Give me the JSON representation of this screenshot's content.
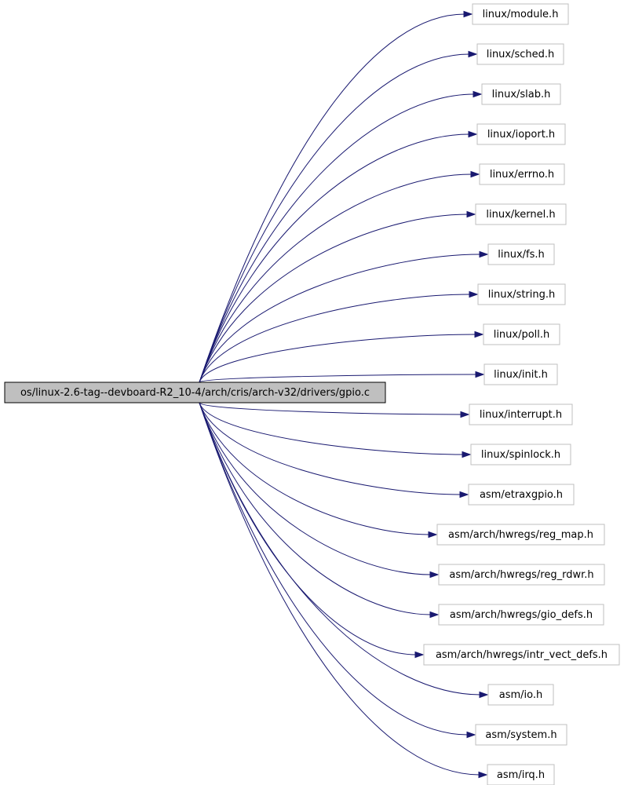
{
  "graph": {
    "source": {
      "label": "os/linux-2.6-tag--devboard-R2_10-4/arch/cris/arch-v32/drivers/gpio.c"
    },
    "includes": [
      {
        "label": "linux/module.h"
      },
      {
        "label": "linux/sched.h"
      },
      {
        "label": "linux/slab.h"
      },
      {
        "label": "linux/ioport.h"
      },
      {
        "label": "linux/errno.h"
      },
      {
        "label": "linux/kernel.h"
      },
      {
        "label": "linux/fs.h"
      },
      {
        "label": "linux/string.h"
      },
      {
        "label": "linux/poll.h"
      },
      {
        "label": "linux/init.h"
      },
      {
        "label": "linux/interrupt.h"
      },
      {
        "label": "linux/spinlock.h"
      },
      {
        "label": "asm/etraxgpio.h"
      },
      {
        "label": "asm/arch/hwregs/reg_map.h"
      },
      {
        "label": "asm/arch/hwregs/reg_rdwr.h"
      },
      {
        "label": "asm/arch/hwregs/gio_defs.h"
      },
      {
        "label": "asm/arch/hwregs/intr_vect_defs.h"
      },
      {
        "label": "asm/io.h"
      },
      {
        "label": "asm/system.h"
      },
      {
        "label": "asm/irq.h"
      }
    ],
    "colors": {
      "edge": "#191970",
      "root_fill": "#bfbfbf",
      "node_border": "#bfbfbf"
    }
  }
}
